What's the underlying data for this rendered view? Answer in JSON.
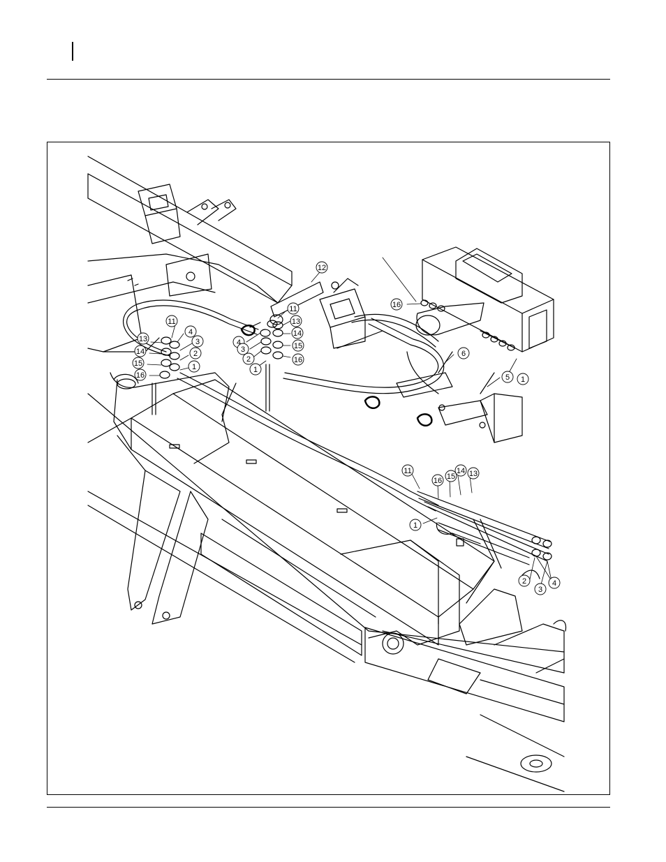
{
  "page": {
    "header": {},
    "footer": {}
  },
  "figure": {
    "callouts": [
      {
        "id": "c11a",
        "label": "11"
      },
      {
        "id": "c4a",
        "label": "4"
      },
      {
        "id": "c13a",
        "label": "13"
      },
      {
        "id": "c3a",
        "label": "3"
      },
      {
        "id": "c14a",
        "label": "14"
      },
      {
        "id": "c2a",
        "label": "2"
      },
      {
        "id": "c15a",
        "label": "15"
      },
      {
        "id": "c1a",
        "label": "1"
      },
      {
        "id": "c16a",
        "label": "16"
      },
      {
        "id": "c12",
        "label": "12"
      },
      {
        "id": "c11b",
        "label": "11"
      },
      {
        "id": "c4b",
        "label": "4"
      },
      {
        "id": "c13b",
        "label": "13"
      },
      {
        "id": "c3b",
        "label": "3"
      },
      {
        "id": "c14b",
        "label": "14"
      },
      {
        "id": "c15b",
        "label": "15"
      },
      {
        "id": "c2b",
        "label": "2"
      },
      {
        "id": "c16b",
        "label": "16"
      },
      {
        "id": "c1b",
        "label": "1"
      },
      {
        "id": "c16c",
        "label": "16"
      },
      {
        "id": "c1c",
        "label": "1"
      },
      {
        "id": "c6",
        "label": "6"
      },
      {
        "id": "c5",
        "label": "5"
      },
      {
        "id": "c11d",
        "label": "11"
      },
      {
        "id": "c16d",
        "label": "16"
      },
      {
        "id": "c15d",
        "label": "15"
      },
      {
        "id": "c14d",
        "label": "14"
      },
      {
        "id": "c13d",
        "label": "13"
      },
      {
        "id": "c1d",
        "label": "1"
      },
      {
        "id": "c2d",
        "label": "2"
      },
      {
        "id": "c3d",
        "label": "3"
      },
      {
        "id": "c4d",
        "label": "4"
      }
    ]
  }
}
